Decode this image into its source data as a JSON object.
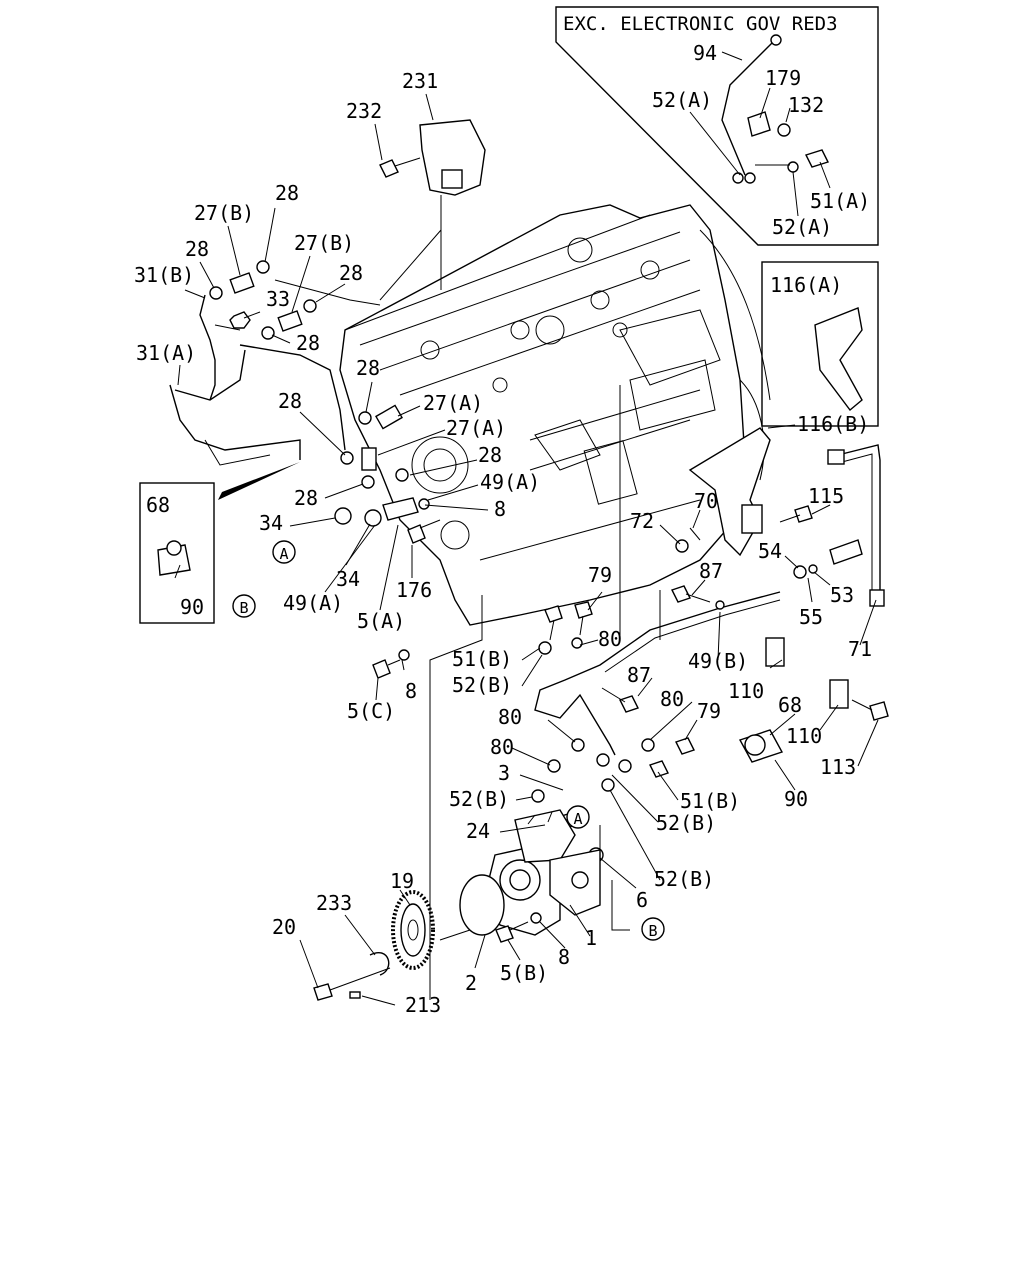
{
  "insets": {
    "top_right_header": "EXC. ELECTRONIC GOV RED3"
  },
  "callouts": [
    {
      "id": "c94",
      "text": "94"
    },
    {
      "id": "c179",
      "text": "179"
    },
    {
      "id": "c52a1",
      "text": "52(A)"
    },
    {
      "id": "c132",
      "text": "132"
    },
    {
      "id": "c51a",
      "text": "51(A)"
    },
    {
      "id": "c52a2",
      "text": "52(A)"
    },
    {
      "id": "c231",
      "text": "231"
    },
    {
      "id": "c232",
      "text": "232"
    },
    {
      "id": "c28a",
      "text": "28"
    },
    {
      "id": "c27b1",
      "text": "27(B)"
    },
    {
      "id": "c28b",
      "text": "28"
    },
    {
      "id": "c27b2",
      "text": "27(B)"
    },
    {
      "id": "c31b",
      "text": "31(B)"
    },
    {
      "id": "c28c",
      "text": "28"
    },
    {
      "id": "c33",
      "text": "33"
    },
    {
      "id": "c28d",
      "text": "28"
    },
    {
      "id": "c31a",
      "text": "31(A)"
    },
    {
      "id": "c28e",
      "text": "28"
    },
    {
      "id": "c28f",
      "text": "28"
    },
    {
      "id": "c27a1",
      "text": "27(A)"
    },
    {
      "id": "c27a2",
      "text": "27(A)"
    },
    {
      "id": "c28g",
      "text": "28"
    },
    {
      "id": "c28h",
      "text": "28"
    },
    {
      "id": "c49a1",
      "text": "49(A)"
    },
    {
      "id": "c8a",
      "text": "8"
    },
    {
      "id": "c116a",
      "text": "116(A)"
    },
    {
      "id": "c116b",
      "text": "116(B)"
    },
    {
      "id": "c115",
      "text": "115"
    },
    {
      "id": "c70",
      "text": "70"
    },
    {
      "id": "c72",
      "text": "72"
    },
    {
      "id": "c54",
      "text": "54"
    },
    {
      "id": "c53",
      "text": "53"
    },
    {
      "id": "c55",
      "text": "55"
    },
    {
      "id": "c71",
      "text": "71"
    },
    {
      "id": "c68a",
      "text": "68"
    },
    {
      "id": "c90a",
      "text": "90"
    },
    {
      "id": "c34a",
      "text": "34"
    },
    {
      "id": "c34b",
      "text": "34"
    },
    {
      "id": "c176",
      "text": "176"
    },
    {
      "id": "c49a2",
      "text": "49(A)"
    },
    {
      "id": "c5a",
      "text": "5(A)"
    },
    {
      "id": "c79a",
      "text": "79"
    },
    {
      "id": "c87a",
      "text": "87"
    },
    {
      "id": "c80a",
      "text": "80"
    },
    {
      "id": "c51b1",
      "text": "51(B)"
    },
    {
      "id": "c52b1",
      "text": "52(B)"
    },
    {
      "id": "c87b",
      "text": "87"
    },
    {
      "id": "c49b",
      "text": "49(B)"
    },
    {
      "id": "c110a",
      "text": "110"
    },
    {
      "id": "c68b",
      "text": "68"
    },
    {
      "id": "c110b",
      "text": "110"
    },
    {
      "id": "c113",
      "text": "113"
    },
    {
      "id": "c90b",
      "text": "90"
    },
    {
      "id": "c8b",
      "text": "8"
    },
    {
      "id": "c5c",
      "text": "5(C)"
    },
    {
      "id": "c80b",
      "text": "80"
    },
    {
      "id": "c80c",
      "text": "80"
    },
    {
      "id": "c80d",
      "text": "80"
    },
    {
      "id": "c79b",
      "text": "79"
    },
    {
      "id": "c3",
      "text": "3"
    },
    {
      "id": "c51b2",
      "text": "51(B)"
    },
    {
      "id": "c52b2",
      "text": "52(B)"
    },
    {
      "id": "c52b3",
      "text": "52(B)"
    },
    {
      "id": "c24",
      "text": "24"
    },
    {
      "id": "c52b4",
      "text": "52(B)"
    },
    {
      "id": "c6",
      "text": "6"
    },
    {
      "id": "c1",
      "text": "1"
    },
    {
      "id": "c19",
      "text": "19"
    },
    {
      "id": "c233",
      "text": "233"
    },
    {
      "id": "c20",
      "text": "20"
    },
    {
      "id": "c2",
      "text": "2"
    },
    {
      "id": "c5b",
      "text": "5(B)"
    },
    {
      "id": "c8c",
      "text": "8"
    },
    {
      "id": "c213",
      "text": "213"
    }
  ],
  "ref_markers": [
    {
      "id": "mA1",
      "text": "A"
    },
    {
      "id": "mB1",
      "text": "B"
    },
    {
      "id": "mA2",
      "text": "A"
    },
    {
      "id": "mB2",
      "text": "B"
    }
  ]
}
